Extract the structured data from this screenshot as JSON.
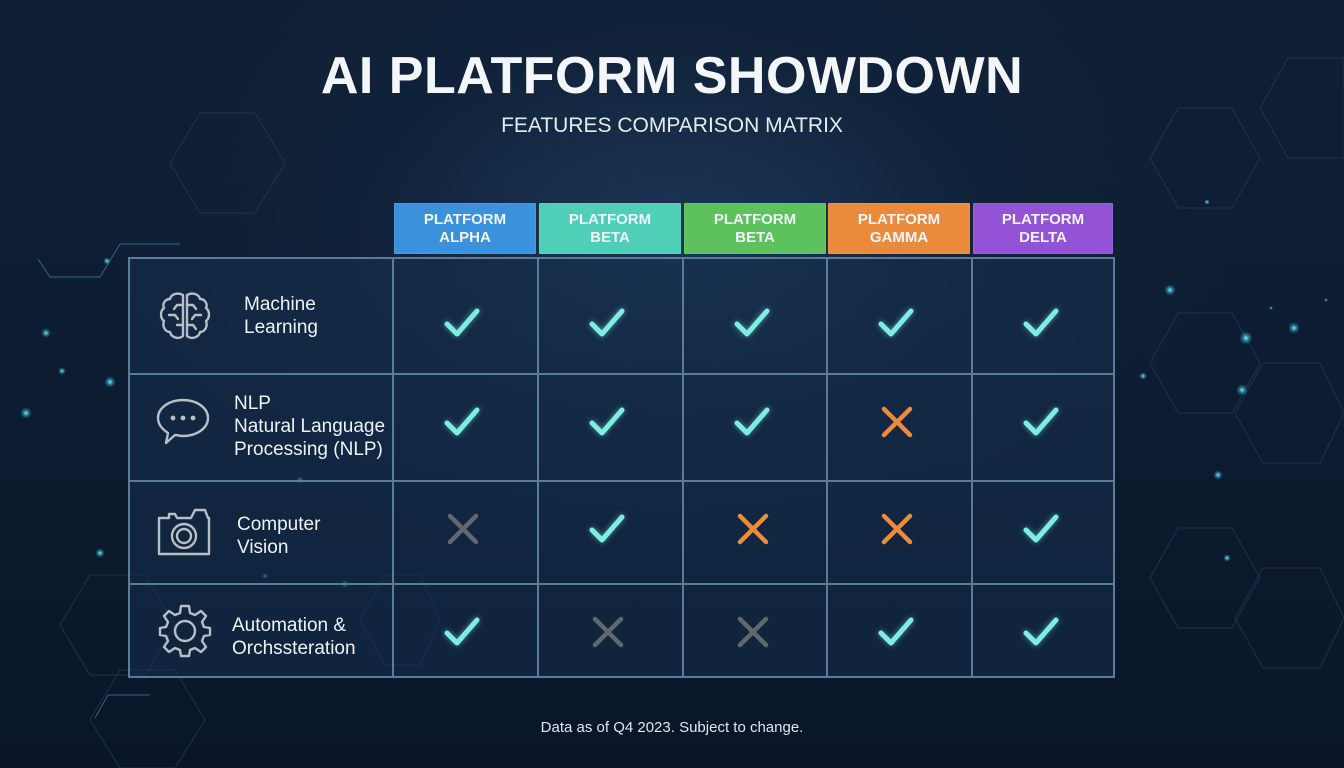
{
  "title": "AI PLATFORM SHOWDOWN",
  "subtitle": "FEATURES COMPARISON MATRIX",
  "colors": {
    "check": "#7eeee0",
    "cross_orange": "#ee8a3a",
    "cross_gray": "#62676d",
    "grid_line": "#5a7c98"
  },
  "platforms": [
    {
      "line1": "PLATFORM",
      "line2": "ALPHA",
      "color": "#3a92dc"
    },
    {
      "line1": "PLATFORM",
      "line2": "BETA",
      "color": "#4fcfb8"
    },
    {
      "line1": "PLATFORM",
      "line2": "BETA",
      "color": "#5dc25c"
    },
    {
      "line1": "PLATFORM",
      "line2": "GAMMA",
      "color": "#ec8a3b"
    },
    {
      "line1": "PLATFORM",
      "line2": "DELTA",
      "color": "#9452d6"
    }
  ],
  "features": [
    {
      "icon": "brain-icon",
      "lines": [
        "Machine",
        "Learning"
      ],
      "support": [
        "check",
        "check",
        "check",
        "check",
        "check"
      ]
    },
    {
      "icon": "chat-bubble-icon",
      "lines": [
        "NLP",
        "Natural Language",
        "Processing (NLP)"
      ],
      "support": [
        "check",
        "check",
        "check",
        "cross-orange",
        "check"
      ]
    },
    {
      "icon": "camera-icon",
      "lines": [
        "Computer",
        "Vision"
      ],
      "support": [
        "cross-gray",
        "check",
        "cross-orange",
        "cross-orange",
        "check"
      ]
    },
    {
      "icon": "gear-icon",
      "lines": [
        "Automation &",
        "Orchssteration"
      ],
      "support": [
        "check",
        "cross-gray",
        "cross-gray",
        "check",
        "check"
      ]
    }
  ],
  "footer": "Data as of Q4 2023. Subject to change."
}
